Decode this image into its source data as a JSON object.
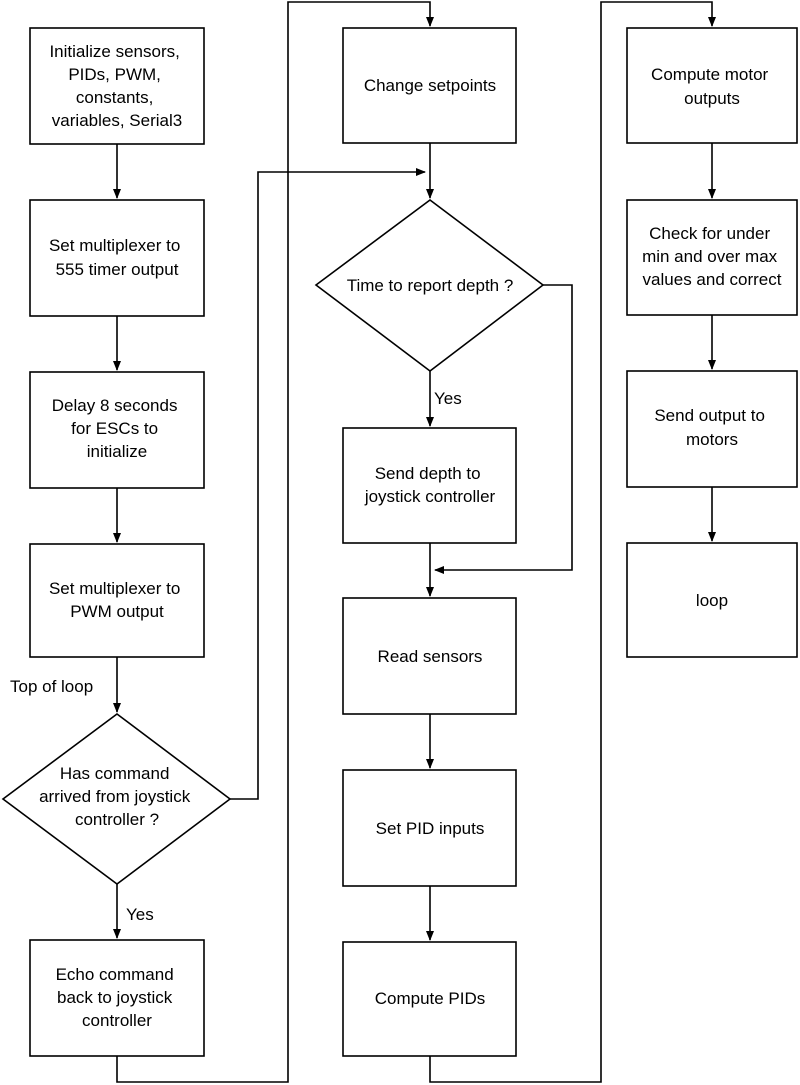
{
  "nodes": [
    {
      "id": "init",
      "lines": [
        "Initialize sensors,",
        "PIDs, PWM,",
        "constants,",
        "variables, Serial3"
      ]
    },
    {
      "id": "mux555",
      "lines": [
        "Set multiplexer to",
        "555 timer output"
      ]
    },
    {
      "id": "delay",
      "lines": [
        "Delay 8 seconds",
        "for ESCs to",
        "initialize"
      ]
    },
    {
      "id": "muxpwm",
      "lines": [
        "Set multiplexer to",
        "PWM output"
      ]
    },
    {
      "id": "cmd",
      "lines": [
        "Has command",
        "arrived from joystick",
        "controller ?"
      ]
    },
    {
      "id": "echo",
      "lines": [
        "Echo command",
        "back to joystick",
        "controller"
      ]
    },
    {
      "id": "setpoints",
      "lines": [
        "Change setpoints"
      ]
    },
    {
      "id": "report",
      "lines": [
        "Time to report depth ?"
      ]
    },
    {
      "id": "senddepth",
      "lines": [
        "Send depth to",
        "joystick controller"
      ]
    },
    {
      "id": "read",
      "lines": [
        "Read sensors"
      ]
    },
    {
      "id": "pidin",
      "lines": [
        "Set PID inputs"
      ]
    },
    {
      "id": "pids",
      "lines": [
        "Compute PIDs"
      ]
    },
    {
      "id": "motorout",
      "lines": [
        "Compute motor",
        "outputs"
      ]
    },
    {
      "id": "check",
      "lines": [
        "Check for under",
        "min and over max",
        "values and correct"
      ]
    },
    {
      "id": "sendmotors",
      "lines": [
        "Send output to",
        "motors"
      ]
    },
    {
      "id": "loop",
      "lines": [
        "loop"
      ]
    }
  ],
  "edge_labels": {
    "top_of_loop": "Top of loop",
    "yes_command": "Yes",
    "yes_report": "Yes"
  }
}
